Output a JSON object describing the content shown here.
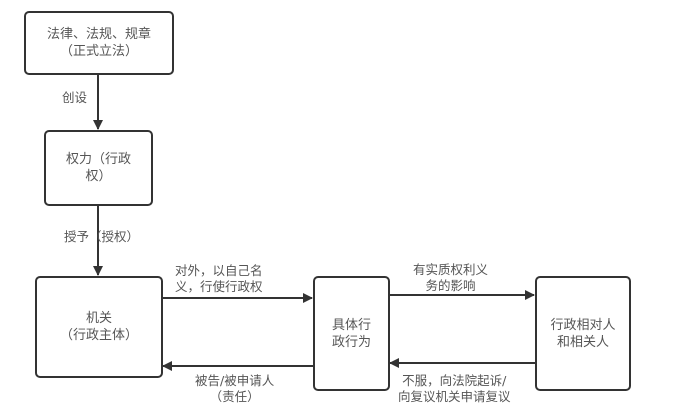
{
  "diagram": {
    "nodes": {
      "law": {
        "line1": "法律、法规、规章",
        "line2": "（正式立法）"
      },
      "power": {
        "line1": "权力（行政",
        "line2": "权）"
      },
      "agency": {
        "line1": "机关",
        "line2": "（行政主体）"
      },
      "act": {
        "line1": "具体行",
        "line2": "政行为"
      },
      "counterpart": {
        "line1": "行政相对人",
        "line2": "和相关人"
      }
    },
    "edges": {
      "create": {
        "label": "创设"
      },
      "grant": {
        "label": "授予（授权）"
      },
      "exercise": {
        "line1": "对外，以自己名",
        "line2": "义，行使行政权"
      },
      "affect": {
        "line1": "有实质权利义",
        "line2": "务的影响"
      },
      "appeal": {
        "line1": "不服，向法院起诉/",
        "line2": "向复议机关申请复议"
      },
      "defendant": {
        "line1": "被告/被申请人",
        "line2": "（责任）"
      }
    }
  }
}
